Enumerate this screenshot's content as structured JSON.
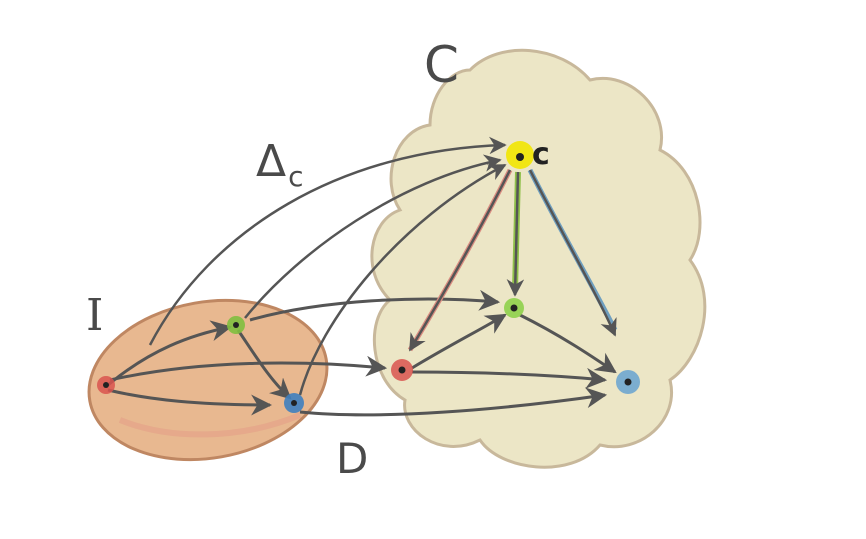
{
  "labels": {
    "category_C": "C",
    "category_I": "I",
    "diagram_D": "D",
    "cone_delta": "Δ",
    "cone_delta_sub": "c",
    "apex_c": "c"
  },
  "colors": {
    "blob_C_fill": "#e9e3c0",
    "blob_C_edge": "#cbb89a",
    "blob_I_fill": "#e6b58a",
    "blob_I_edge": "#c98c66",
    "arrow": "#555555",
    "node_red": "#d9534f",
    "node_green": "#7fbf3f",
    "node_blue": "#3f7fbf",
    "node_yellow": "#f2e600",
    "edge_red": "#d98c80",
    "edge_green": "#8fc04a",
    "edge_blue": "#6f9fbf"
  }
}
